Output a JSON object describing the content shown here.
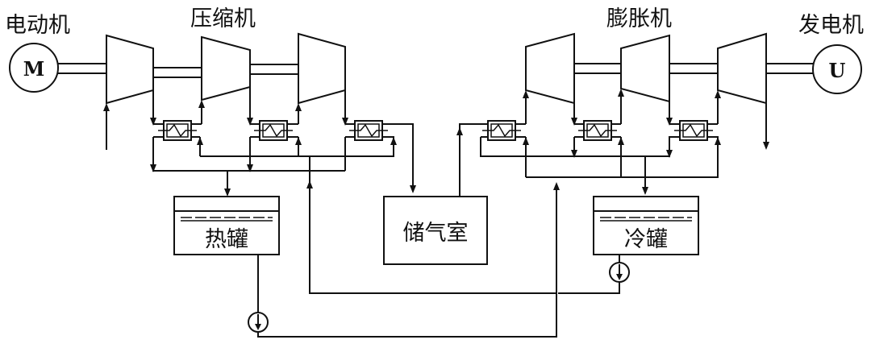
{
  "diagram": {
    "labels": {
      "motor": "电动机",
      "compressor": "压缩机",
      "expander": "膨胀机",
      "generator": "发电机",
      "hot_tank": "热罐",
      "cold_tank": "冷罐",
      "storage": "储气室",
      "motor_symbol": "M",
      "generator_symbol": "U"
    }
  }
}
